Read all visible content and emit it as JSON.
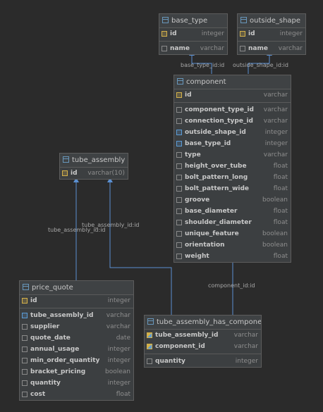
{
  "tables": {
    "base_type": {
      "title": "base_type",
      "pk": [
        {
          "name": "id",
          "type": "integer"
        }
      ],
      "cols": [
        {
          "name": "name",
          "type": "varchar"
        }
      ]
    },
    "outside_shape": {
      "title": "outside_shape",
      "pk": [
        {
          "name": "id",
          "type": "integer"
        }
      ],
      "cols": [
        {
          "name": "name",
          "type": "varchar"
        }
      ]
    },
    "component": {
      "title": "component",
      "pk": [
        {
          "name": "id",
          "type": "varchar"
        }
      ],
      "cols": [
        {
          "name": "component_type_id",
          "type": "varchar"
        },
        {
          "name": "connection_type_id",
          "type": "varchar"
        },
        {
          "name": "outside_shape_id",
          "type": "integer"
        },
        {
          "name": "base_type_id",
          "type": "integer"
        },
        {
          "name": "type",
          "type": "varchar"
        },
        {
          "name": "height_over_tube",
          "type": "float"
        },
        {
          "name": "bolt_pattern_long",
          "type": "float"
        },
        {
          "name": "bolt_pattern_wide",
          "type": "float"
        },
        {
          "name": "groove",
          "type": "boolean"
        },
        {
          "name": "base_diameter",
          "type": "float"
        },
        {
          "name": "shoulder_diameter",
          "type": "float"
        },
        {
          "name": "unique_feature",
          "type": "boolean"
        },
        {
          "name": "orientation",
          "type": "boolean"
        },
        {
          "name": "weight",
          "type": "float"
        }
      ]
    },
    "tube_assembly": {
      "title": "tube_assembly",
      "pk": [
        {
          "name": "id",
          "type": "varchar(10)"
        }
      ],
      "cols": []
    },
    "price_quote": {
      "title": "price_quote",
      "pk": [
        {
          "name": "id",
          "type": "integer"
        }
      ],
      "cols": [
        {
          "name": "tube_assembly_id",
          "type": "varchar"
        },
        {
          "name": "supplier",
          "type": "varchar"
        },
        {
          "name": "quote_date",
          "type": "date"
        },
        {
          "name": "annual_usage",
          "type": "integer"
        },
        {
          "name": "min_order_quantity",
          "type": "integer"
        },
        {
          "name": "bracket_pricing",
          "type": "boolean"
        },
        {
          "name": "quantity",
          "type": "integer"
        },
        {
          "name": "cost",
          "type": "float"
        }
      ]
    },
    "tube_assembly_has_component": {
      "title": "tube_assembly_has_component",
      "pk": [
        {
          "name": "tube_assembly_id",
          "type": "varchar"
        },
        {
          "name": "component_id",
          "type": "varchar"
        }
      ],
      "cols": [
        {
          "name": "quantity",
          "type": "integer"
        }
      ]
    }
  },
  "edges": {
    "base_type_id": "base_type_id:id",
    "outside_shape_id": "outside_shape_id:id",
    "tube_assembly_id_1": "tube_assembly_id:id",
    "tube_assembly_id_2": "tube_assembly_id:id",
    "component_id": "component_id:id"
  },
  "colors": {
    "background": "#2b2b2b",
    "table_fill": "#3c3f41",
    "edge": "#5b8fd0",
    "pk_icon": "#d4b14a",
    "fk_icon": "#5b9bd5"
  }
}
